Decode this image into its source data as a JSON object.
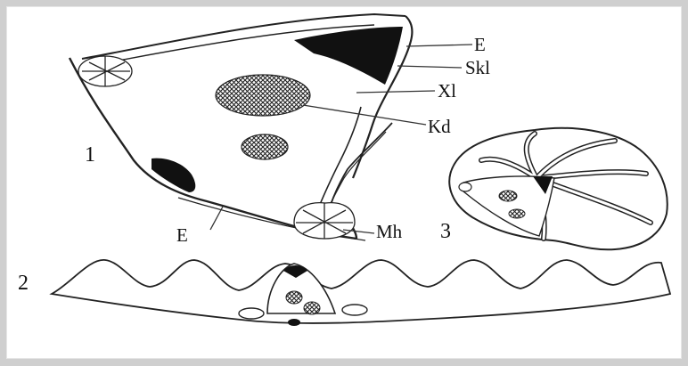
{
  "figure": {
    "panel_numbers": [
      "1",
      "2",
      "3"
    ],
    "labels": {
      "e_top": "E",
      "skl": "Skl",
      "xl": "Xl",
      "kd": "Kd",
      "mh": "Mh",
      "e_bottom": "E"
    }
  }
}
